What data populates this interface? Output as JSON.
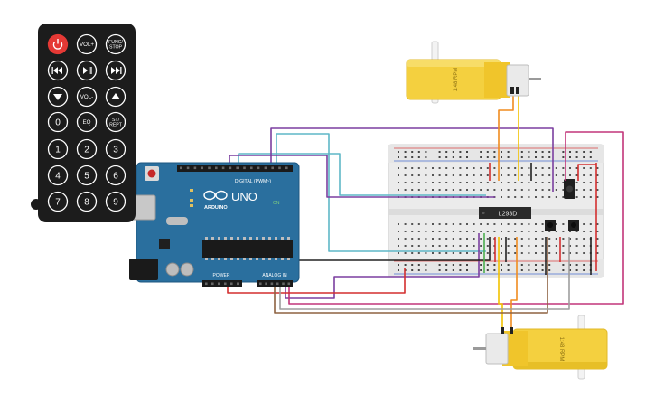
{
  "remote": {
    "buttons": [
      {
        "label": "",
        "name": "power-button",
        "kind": "power"
      },
      {
        "label": "VOL+",
        "name": "vol-up-button",
        "kind": "text"
      },
      {
        "label": "FUNC/\nSTOP",
        "name": "func-stop-button",
        "kind": "text"
      },
      {
        "label": "",
        "name": "rewind-button",
        "kind": "rewind"
      },
      {
        "label": "",
        "name": "play-pause-button",
        "kind": "playpause"
      },
      {
        "label": "",
        "name": "fast-forward-button",
        "kind": "forward"
      },
      {
        "label": "",
        "name": "down-button",
        "kind": "down"
      },
      {
        "label": "VOL-",
        "name": "vol-down-button",
        "kind": "text"
      },
      {
        "label": "",
        "name": "up-button",
        "kind": "up"
      },
      {
        "label": "0",
        "name": "digit-0-button",
        "kind": "text"
      },
      {
        "label": "EQ",
        "name": "eq-button",
        "kind": "text"
      },
      {
        "label": "ST/\nREPT",
        "name": "st-rept-button",
        "kind": "text"
      },
      {
        "label": "1",
        "name": "digit-1-button",
        "kind": "text"
      },
      {
        "label": "2",
        "name": "digit-2-button",
        "kind": "text"
      },
      {
        "label": "3",
        "name": "digit-3-button",
        "kind": "text"
      },
      {
        "label": "4",
        "name": "digit-4-button",
        "kind": "text"
      },
      {
        "label": "5",
        "name": "digit-5-button",
        "kind": "text"
      },
      {
        "label": "6",
        "name": "digit-6-button",
        "kind": "text"
      },
      {
        "label": "7",
        "name": "digit-7-button",
        "kind": "text"
      },
      {
        "label": "8",
        "name": "digit-8-button",
        "kind": "text"
      },
      {
        "label": "9",
        "name": "digit-9-button",
        "kind": "text"
      }
    ]
  },
  "arduino": {
    "model": "UNO",
    "brand": "ARDUINO",
    "digital_label": "DIGITAL (PWM~)",
    "analog_label": "ANALOG IN",
    "power_label": "POWER",
    "on_label": "ON"
  },
  "driver": {
    "label": "L293D"
  },
  "motors": {
    "top": {
      "label": "1:48 RPM"
    },
    "bottom": {
      "label": "1:48 RPM"
    }
  },
  "colors": {
    "arduino_board": "#2a6f9e",
    "remote_body": "#1c1c1c",
    "power_button": "#e53935",
    "motor_yellow": "#f4d03f",
    "breadboard": "#ebebeb",
    "wire_red": "#d32f2f",
    "wire_black": "#222222",
    "wire_cyan": "#5fb7c7",
    "wire_purple": "#7b3fa0",
    "wire_magenta": "#c2357a",
    "wire_orange": "#f08c1f",
    "wire_yellow": "#f2c200",
    "wire_green": "#4caf50",
    "wire_brown": "#8d6241",
    "wire_gray": "#9e9e9e"
  }
}
